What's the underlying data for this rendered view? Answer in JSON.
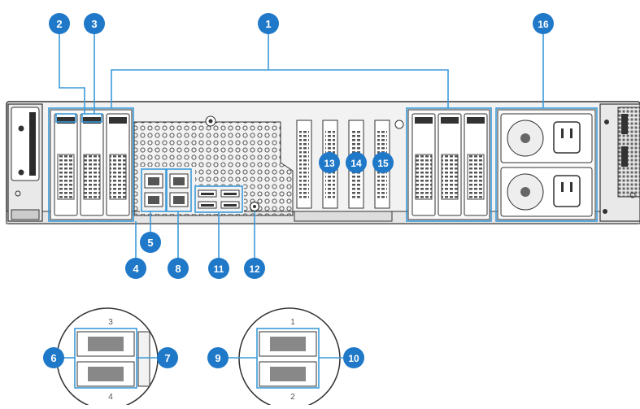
{
  "callouts": [
    {
      "id": "c1",
      "label": "1"
    },
    {
      "id": "c2",
      "label": "2"
    },
    {
      "id": "c3",
      "label": "3"
    },
    {
      "id": "c4",
      "label": "4"
    },
    {
      "id": "c5",
      "label": "5"
    },
    {
      "id": "c6",
      "label": "6"
    },
    {
      "id": "c7",
      "label": "7"
    },
    {
      "id": "c8",
      "label": "8"
    },
    {
      "id": "c9",
      "label": "9"
    },
    {
      "id": "c10",
      "label": "10"
    },
    {
      "id": "c11",
      "label": "11"
    },
    {
      "id": "c12",
      "label": "12"
    },
    {
      "id": "c13",
      "label": "13"
    },
    {
      "id": "c14",
      "label": "14"
    },
    {
      "id": "c15",
      "label": "15"
    },
    {
      "id": "c16",
      "label": "16"
    }
  ],
  "port_labels": {
    "left_top": "3",
    "left_bottom": "4",
    "right_top": "1",
    "right_bottom": "2"
  },
  "colors": {
    "callout": "#1f78c8",
    "highlight": "#3b9ad9",
    "chassis_fill": "#f2f2f2",
    "chassis_stroke": "#333333"
  }
}
